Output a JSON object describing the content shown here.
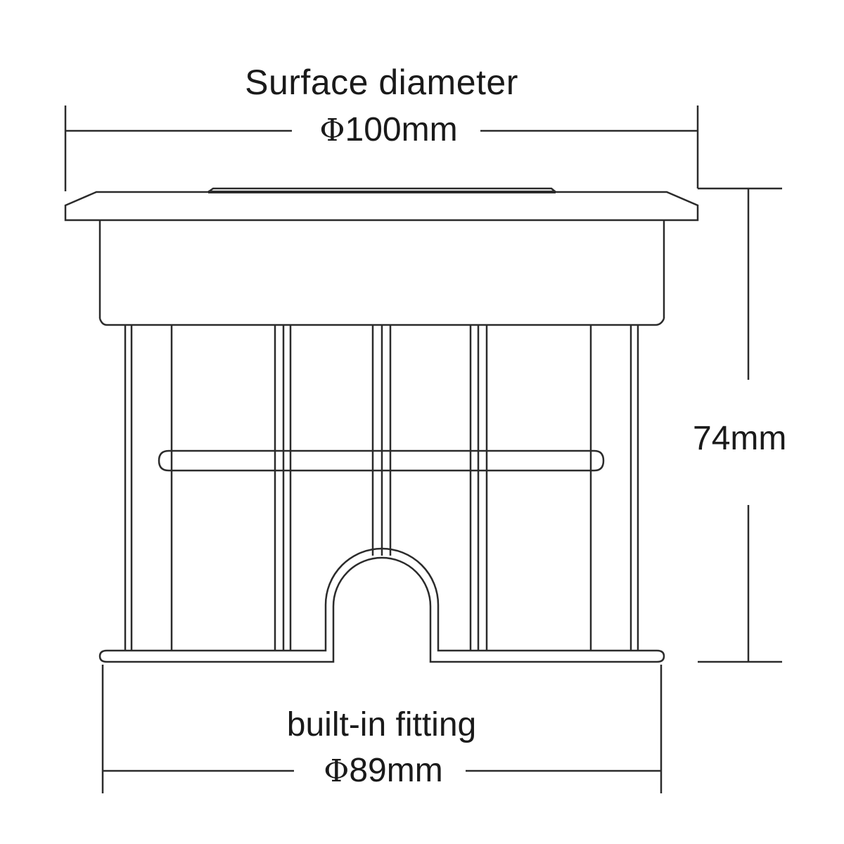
{
  "surface": {
    "label": "Surface diameter",
    "symbol": "Φ",
    "value": "100mm"
  },
  "height": {
    "value": "74mm"
  },
  "fitting": {
    "label": "built-in fitting",
    "symbol": "Φ",
    "value": "89mm"
  },
  "colors": {
    "line": "#2b2b2b",
    "background": "#ffffff"
  }
}
